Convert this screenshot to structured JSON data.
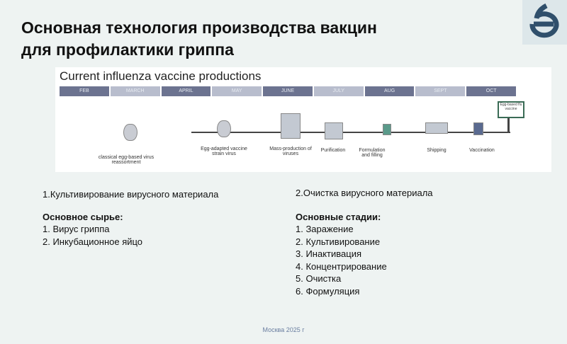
{
  "title_line1": "Основная технология производства вакцин",
  "title_line2": "для профилактики гриппа",
  "figure": {
    "title": "Current influenza vaccine productions",
    "months": [
      "FEB",
      "MARCH",
      "APRIL",
      "MAY",
      "JUNE",
      "JULY",
      "AUG",
      "SEPT",
      "OCT"
    ],
    "steps": [
      "classical egg-based virus reassortment",
      "Egg-adapted vaccine strain virus",
      "Mass-production of viruses",
      "Purification",
      "Formulation and filling",
      "Shipping",
      "Vaccination"
    ],
    "sign_label": "Egg-based flu vaccine"
  },
  "left": {
    "heading": "1.Культивирование  вирусного материала",
    "subheading": "Основное сырье:",
    "items": [
      "1.   Вирус гриппа",
      "2.   Инкубационное яйцо"
    ]
  },
  "right": {
    "heading": "2.Очистка  вирусного материала",
    "subheading": "Основные стадии:",
    "items": [
      "1.   Заражение",
      "2.   Культивирование",
      "3.   Инактивация",
      "4.   Концентрирование",
      "5.   Очистка",
      "6.   Формуляция"
    ]
  },
  "footer": "Москва 2025 г",
  "colors": {
    "logo": "#2f4f6b",
    "month_dark": "#6c7390",
    "month_light": "#b8bdcd"
  }
}
